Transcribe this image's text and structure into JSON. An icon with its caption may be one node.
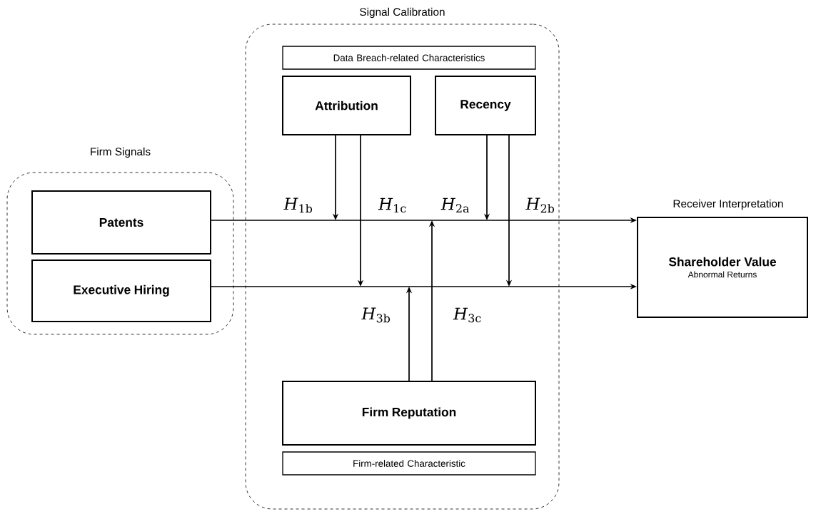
{
  "diagram": {
    "nodes": [
      {
        "text": [
          "Firm Signals"
        ]
      },
      {
        "text": [
          "Patents"
        ],
        "in": 0
      },
      {
        "text": [
          "Executive Hiring"
        ],
        "in": 0
      },
      {
        "text": [
          "Signal Calibration"
        ]
      },
      {
        "text": [
          "Data Breach-related Characteristics"
        ],
        "in": 3
      },
      {
        "text": [
          "Attribution"
        ],
        "in": 3
      },
      {
        "text": [
          "Recency"
        ],
        "in": 3
      },
      {
        "text": [
          "Firm Reputation"
        ],
        "in": 3
      },
      {
        "text": [
          "Firm-related Characteristic"
        ],
        "in": 3
      },
      {
        "text": [
          "Receiver Interpretation",
          "Shareholder Value",
          "Abnormal Returns"
        ]
      }
    ],
    "edges": [
      {
        "from": 1,
        "to": 9,
        "arrow": "to"
      },
      {
        "from": 2,
        "to": 9,
        "arrow": "to"
      },
      {
        "from": 5,
        "to": null,
        "arrow": "to",
        "label": "*H*$_{1b}$"
      },
      {
        "from": 5,
        "to": null,
        "arrow": "to",
        "label": "*H*$_{1c}$"
      },
      {
        "from": 6,
        "to": null,
        "arrow": "to",
        "label": "*H*$_{2a}$"
      },
      {
        "from": 6,
        "to": null,
        "arrow": "to",
        "label": "*H*$_{2b}$"
      },
      {
        "from": 7,
        "to": null,
        "arrow": "to",
        "label": "*H*$_{3b}$"
      },
      {
        "from": 7,
        "to": null,
        "arrow": "to",
        "label": "*H*$_{3c}$"
      }
    ]
  }
}
